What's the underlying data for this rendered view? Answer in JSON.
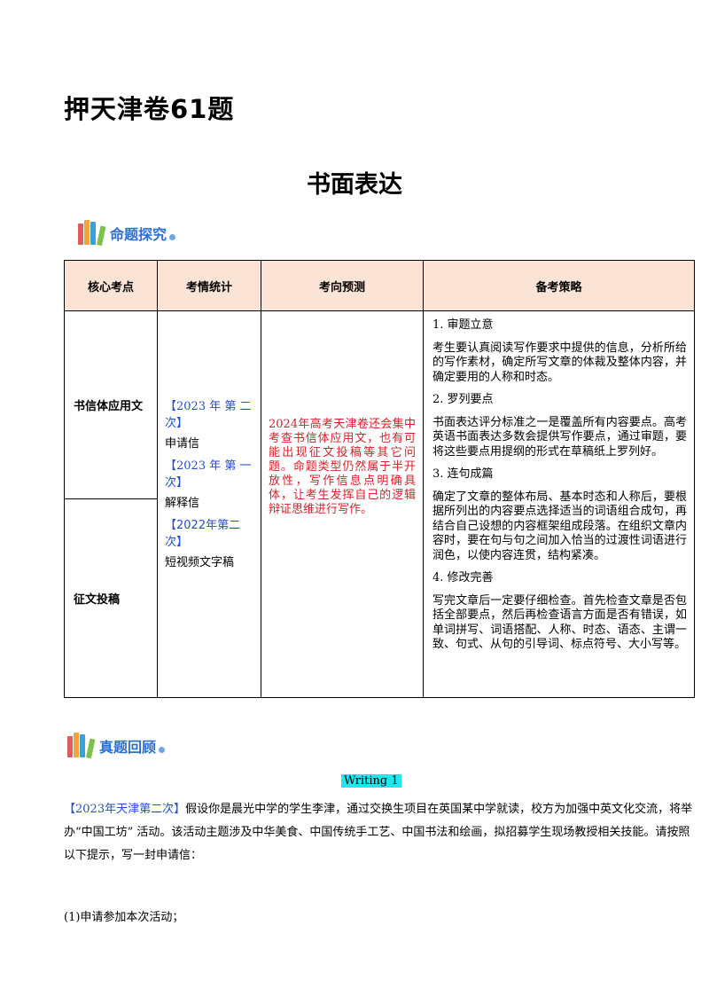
{
  "doc_title": "押天津卷61题",
  "section_title": "书面表达",
  "banner1": "命题探究",
  "banner2": "真题回顾",
  "table": {
    "headers": [
      "核心考点",
      "考情统计",
      "考向预测",
      "备考策略"
    ],
    "topics": [
      "书信体应用文",
      "征文投稿"
    ],
    "stats": [
      {
        "year": "【2023 年 第 二 次】",
        "label": "申请信"
      },
      {
        "year": "【2023 年 第 一 次】",
        "label": "解释信"
      },
      {
        "year": "【2022年第二次】",
        "label": "短视频文字稿"
      }
    ],
    "prediction": "2024年高考天津卷还会集中考查书信体应用文，也有可能出现征文投稿等其它问题。命题类型仍然属于半开放性，写作信息点明确具体，让考生发挥自己的逻辑辩证思维进行写作。",
    "strategy": [
      {
        "head": "1. 审题立意",
        "body": "考生要认真阅读写作要求中提供的信息，分析所给的写作素材，确定所写文章的体裁及整体内容，并确定要用的人称和时态。"
      },
      {
        "head": "2. 罗列要点",
        "body": "书面表达评分标准之一是覆盖所有内容要点。高考英语书面表达多数会提供写作要点，通过审题，要将这些要点用提纲的形式在草稿纸上罗列好。"
      },
      {
        "head": "3. 连句成篇",
        "body": "确定了文章的整体布局、基本时态和人称后，要根据所列出的内容要点选择适当的词语组合成句，再结合自己设想的内容框架组成段落。在组织文章内容时，要在句与句之间加入恰当的过渡性词语进行润色，以使内容连贯，结构紧凑。"
      },
      {
        "head": "4. 修改完善",
        "body": "写完文章后一定要仔细检查。首先检查文章是否包括全部要点，然后再检查语言方面是否有错误，如单词拼写、词语搭配、人称、时态、语态、主谓一致、句式、从句的引导词、标点符号、大小写等。"
      }
    ]
  },
  "writing_label": "Writing 1",
  "prompt": {
    "source": "【2023年天津第二次】",
    "text": "假设你是晨光中学的学生李津，通过交换生项目在英国某中学就读，校方为加强中英文化交流，将举办“中国工坊” 活动。该活动主题涉及中华美食、中国传统手工艺、中国书法和绘画，拟招募学生现场教授相关技能。请按照以下提示，写一封申请信：",
    "item1": "(1)申请参加本次活动；"
  },
  "colors": {
    "header_bg": "#fbe4d5",
    "year_blue": "#1f4ed8",
    "predict_red": "#d9202a",
    "banner_blue": "#2a6fd6",
    "highlight": "#22e5f0"
  }
}
